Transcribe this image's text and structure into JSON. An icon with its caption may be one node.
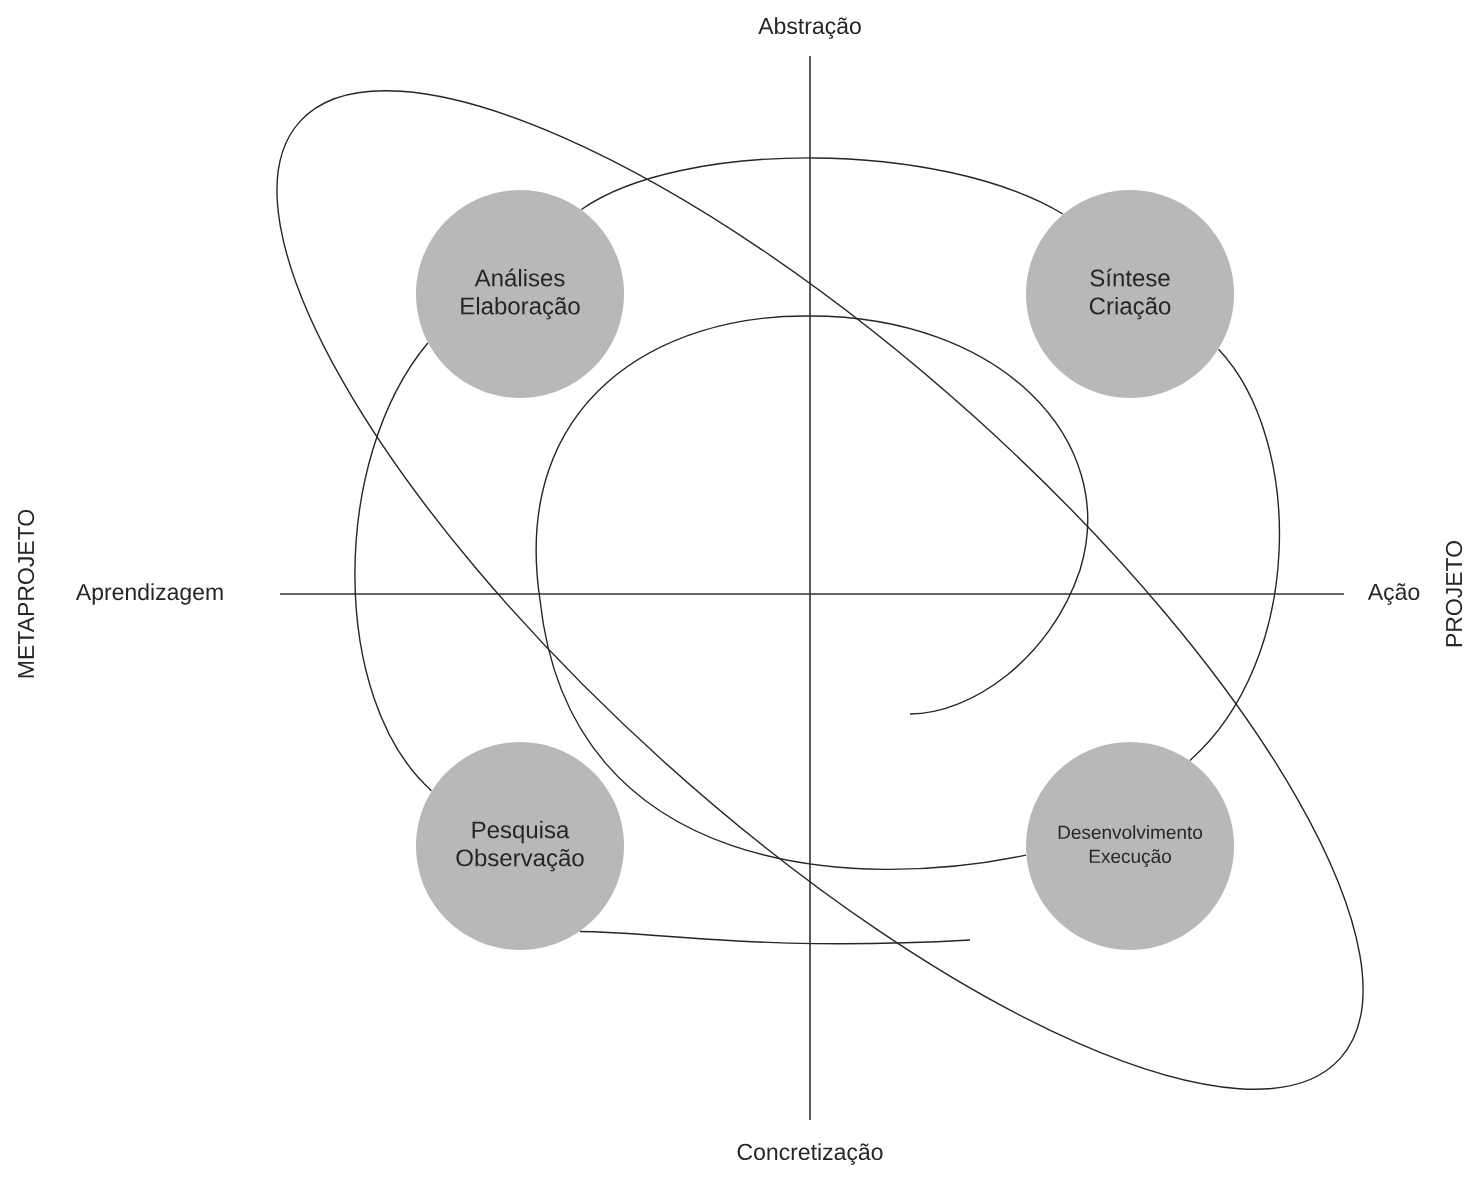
{
  "diagram": {
    "nodes": [
      {
        "text": [
          "Análises",
          "Elaboração"
        ]
      },
      {
        "text": [
          "Síntese",
          "Criação"
        ]
      },
      {
        "text": [
          "Pesquisa",
          "Observação"
        ]
      },
      {
        "text": [
          "Desenvolvimento",
          "Execução"
        ]
      }
    ],
    "edges": [
      {
        "from": null,
        "to": 2,
        "arrow": "none"
      },
      {
        "from": 2,
        "to": 0,
        "arrow": "none"
      },
      {
        "from": 0,
        "to": 1,
        "arrow": "none"
      },
      {
        "from": 1,
        "to": 3,
        "arrow": "none"
      },
      {
        "from": 3,
        "to": null,
        "arrow": "none"
      }
    ],
    "labels": [
      "Abstração",
      "METAPROJETO",
      "Aprendizagem",
      "Ação",
      "PROJETO",
      "Concretização"
    ]
  }
}
